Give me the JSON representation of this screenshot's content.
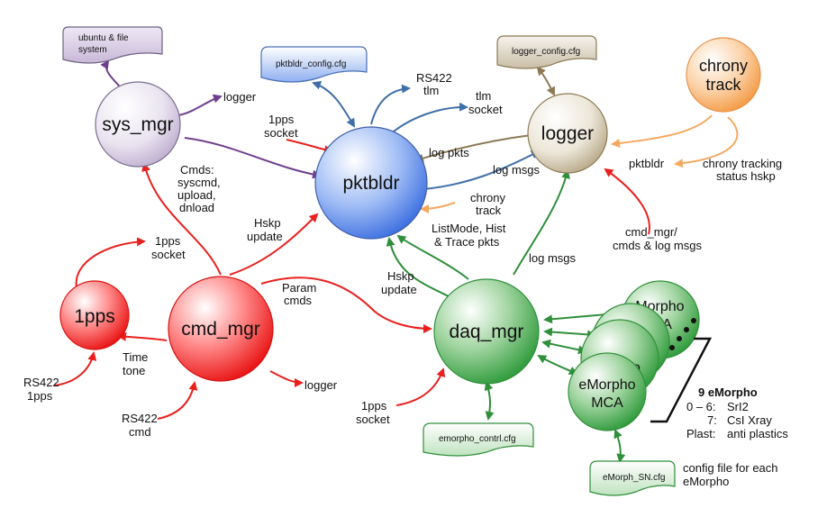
{
  "nodes": {
    "sys_mgr": "sys_mgr",
    "pktbldr": "pktbldr",
    "logger": "logger",
    "chrony_line1": "chrony",
    "chrony_line2": "track",
    "pps": "1pps",
    "cmd_mgr": "cmd_mgr",
    "daq_mgr": "daq_mgr",
    "emorpho_top_line1": "eMorpho",
    "emorpho_top_line2": "MCA",
    "emorpho_front_line1": "eMorpho",
    "emorpho_front_line2": "MCA",
    "emorpho_peek1": "o",
    "emorpho_peek2": "o"
  },
  "docs": {
    "ubuntu_line1": "ubuntu & file",
    "ubuntu_line2": "system",
    "pktbldr_config": "pktbldr_config.cfg",
    "logger_config": "logger_config.cfg",
    "emorpho_contrl": "emorpho_contrl.cfg",
    "emorph_sn": "eMorph_SN.cfg"
  },
  "labels": {
    "logger_from_sys": "logger",
    "logger_from_cmd": "logger",
    "rs422_tlm_1": "RS422",
    "rs422_tlm_2": "tlm",
    "tlm_socket_1": "tlm",
    "tlm_socket_2": "socket",
    "pps_socket_top_1": "1pps",
    "pps_socket_top_2": "socket",
    "log_pkts": "log pkts",
    "log_msgs_right": "log msgs",
    "cmds_1": "Cmds:",
    "cmds_2": "syscmd,",
    "cmds_3": "upload,",
    "cmds_4": "dnload",
    "chrony_track_1": "chrony",
    "chrony_track_2": "track",
    "pktbldr_right": "pktbldr",
    "chrony_status_1": "chrony tracking",
    "chrony_status_2": "status hskp",
    "hskp_update_left_1": "Hskp",
    "hskp_update_left_2": "update",
    "listmode_1": "ListMode, Hist",
    "listmode_2": "& Trace pkts",
    "log_msgs_daq": "log msgs",
    "cmd_mgr_cmds_1": "cmd_mgr/",
    "cmd_mgr_cmds_2": "cmds & log msgs",
    "pps_socket_left_1": "1pps",
    "pps_socket_left_2": "socket",
    "param_1": "Param",
    "param_2": "cmds",
    "hskp_update_daq_1": "Hskp",
    "hskp_update_daq_2": "update",
    "time_tone_1": "Time",
    "time_tone_2": "tone",
    "rs422_1pps_1": "RS422",
    "rs422_1pps_2": "1pps",
    "rs422_cmd_1": "RS422",
    "rs422_cmd_2": "cmd",
    "pps_socket_bottom_1": "1pps",
    "pps_socket_bottom_2": "socket",
    "config_each_1": "config file for each",
    "config_each_2": "eMorpho"
  },
  "legend": {
    "title": "9 eMorpho",
    "row1_key": "0 – 6:",
    "row1_val": "SrI2",
    "row2_key": "7:",
    "row2_val": "CsI Xray",
    "row3_key": "Plast:",
    "row3_val": "anti plastics"
  },
  "colors": {
    "purple": "#6f3f8f",
    "blue": "#3f6fa8",
    "red": "#e8211f",
    "green": "#2f8f3a",
    "olive": "#8c7a55",
    "orange": "#f5a860"
  }
}
